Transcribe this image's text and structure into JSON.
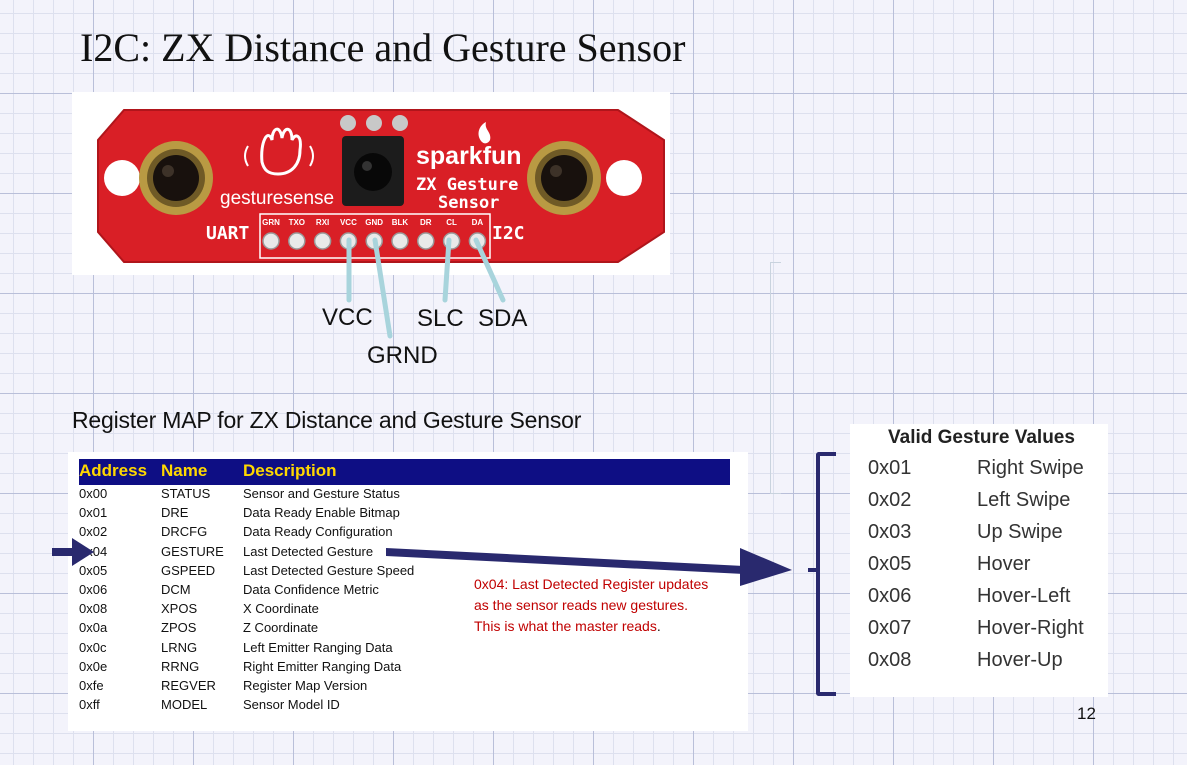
{
  "slide": {
    "title": "I2C: ZX Distance and Gesture Sensor",
    "page_number": "12"
  },
  "board": {
    "brand": "sparkfun",
    "product_line1": "ZX Gesture",
    "product_line2": "Sensor",
    "logo_text": "gesturesense",
    "uart_label": "UART",
    "i2c_label": "I2C",
    "pins": [
      "GRN",
      "TXO",
      "RXI",
      "VCC",
      "GND",
      "BLK",
      "DR",
      "CL",
      "DA"
    ],
    "board_color": "#d91f26"
  },
  "pin_labels": {
    "vcc": "VCC",
    "grnd": "GRND",
    "slc": "SLC",
    "sda": "SDA"
  },
  "register_map": {
    "heading": "Register MAP for ZX Distance and Gesture Sensor",
    "columns": [
      "Address",
      "Name",
      "Description"
    ],
    "header_bg": "#0e0e84",
    "header_fg": "#ffd800",
    "rows": [
      [
        "0x00",
        "STATUS",
        "Sensor and Gesture Status"
      ],
      [
        "0x01",
        "DRE",
        "Data Ready Enable Bitmap"
      ],
      [
        "0x02",
        "DRCFG",
        "Data Ready Configuration"
      ],
      [
        "0x04",
        "GESTURE",
        "Last Detected Gesture"
      ],
      [
        "0x05",
        "GSPEED",
        "Last Detected Gesture Speed"
      ],
      [
        "0x06",
        "DCM",
        "Data Confidence Metric"
      ],
      [
        "0x08",
        "XPOS",
        "X Coordinate"
      ],
      [
        "0x0a",
        "ZPOS",
        "Z Coordinate"
      ],
      [
        "0x0c",
        "LRNG",
        "Left Emitter Ranging Data"
      ],
      [
        "0x0e",
        "RRNG",
        "Right Emitter Ranging Data"
      ],
      [
        "0xfe",
        "REGVER",
        "Register Map Version"
      ],
      [
        "0xff",
        "MODEL",
        "Sensor Model ID"
      ]
    ]
  },
  "note": {
    "text": "0x04: Last Detected Register updates as the sensor reads new gestures. This is what the master reads",
    "tail": ".",
    "color": "#c00000"
  },
  "gesture_values": {
    "title": "Valid Gesture Values",
    "rows": [
      [
        "0x01",
        "Right Swipe"
      ],
      [
        "0x02",
        "Left Swipe"
      ],
      [
        "0x03",
        "Up Swipe"
      ],
      [
        "0x05",
        "Hover"
      ],
      [
        "0x06",
        "Hover-Left"
      ],
      [
        "0x07",
        "Hover-Right"
      ],
      [
        "0x08",
        "Hover-Up"
      ]
    ]
  },
  "colors": {
    "arrow": "#29296e",
    "pin_line": "#a8d4dc"
  }
}
